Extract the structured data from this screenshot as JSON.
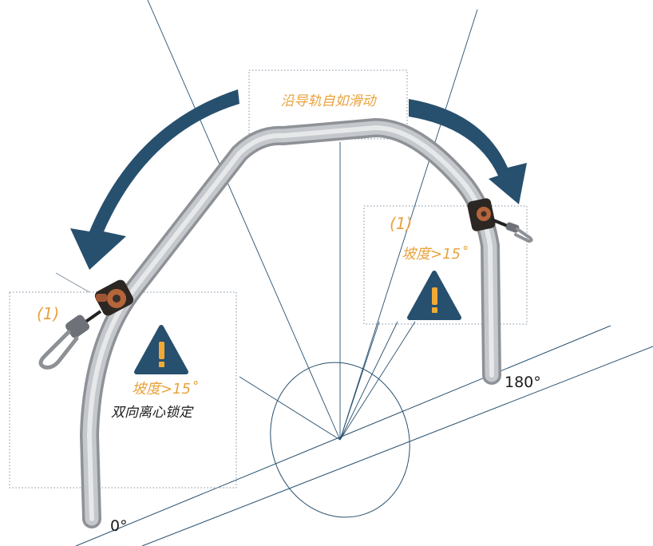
{
  "top_caption": "沿导轨自如滑动",
  "left_panel": {
    "marker": "(1)",
    "slope": "坡度>15˚",
    "lock_text": "双向离心锁定"
  },
  "right_panel": {
    "marker": "(1)",
    "slope": "坡度>15˚"
  },
  "angle_labels": {
    "start": "0°",
    "end": "180°"
  },
  "colors": {
    "accent": "#e8a33e",
    "arrow": "#27506e",
    "line": "#27506e",
    "rail": "#b9bcc0"
  },
  "icons": [
    "warning-icon",
    "curved-arrow-icon",
    "fall-arrester-device"
  ]
}
